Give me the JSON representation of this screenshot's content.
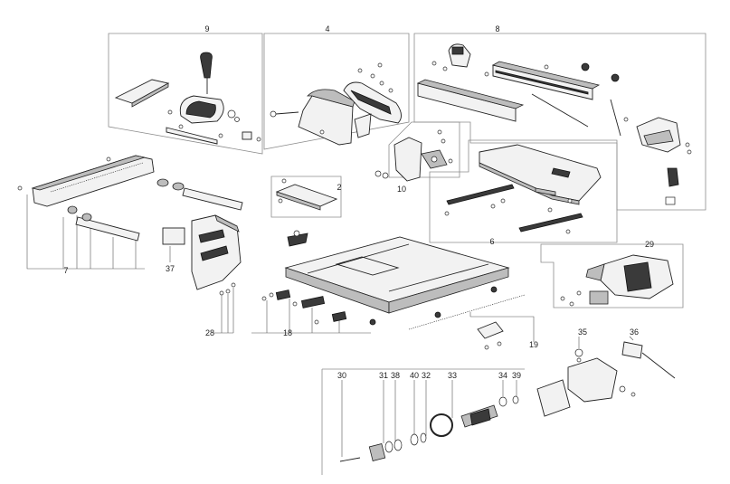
{
  "callouts": {
    "c9": "9",
    "c4": "4",
    "c8": "8",
    "c10": "10",
    "c2": "2",
    "c6": "6",
    "c7": "7",
    "c37": "37",
    "c28": "28",
    "c18": "18",
    "c19": "19",
    "c29": "29",
    "c35": "35",
    "c36": "36",
    "c30": "30",
    "c31": "31",
    "c38": "38",
    "c40": "40",
    "c32": "32",
    "c33": "33",
    "c34": "34",
    "c39": "39"
  }
}
